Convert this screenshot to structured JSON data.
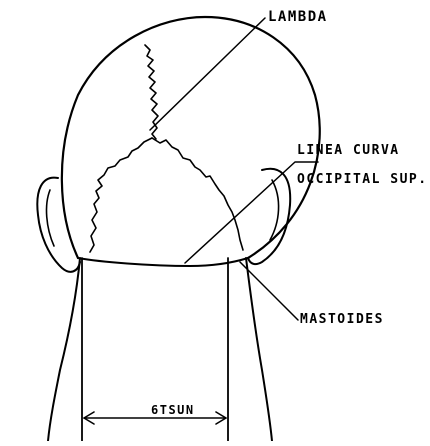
{
  "labels": {
    "lambda": "LAMBDA",
    "linea_curva_line1": "LINEA CURVA",
    "linea_curva_line2": "OCCIPITAL SUP.",
    "mastoides": "MASTOIDES",
    "measurement": "6TSUN"
  },
  "colors": {
    "ink": "#000000",
    "background": "#ffffff"
  }
}
